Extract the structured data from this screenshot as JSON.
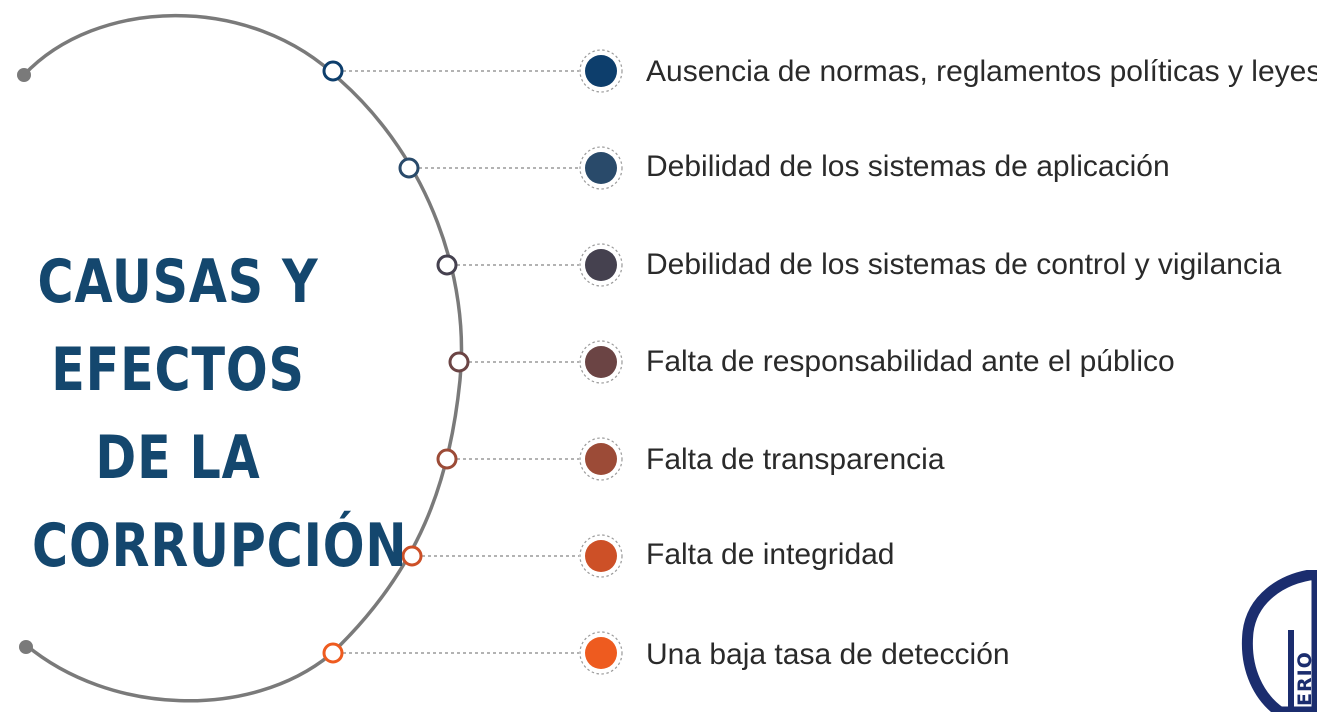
{
  "title": {
    "lines": [
      "CAUSAS Y",
      "EFECTOS DE LA",
      "CORRUPCIÓN"
    ],
    "color": "#14476e"
  },
  "arc_color": "#7a7a7a",
  "connector_color": "#9a9a9a",
  "items": [
    {
      "label": "Ausencia de normas, reglamentos políticas y leyes",
      "color": "#0d3e6c"
    },
    {
      "label": "Debilidad de los sistemas de aplicación",
      "color": "#294a6a"
    },
    {
      "label": "Debilidad de los sistemas de control y vigilancia",
      "color": "#45414f"
    },
    {
      "label": "Falta de responsabilidad ante el público",
      "color": "#6b4444"
    },
    {
      "label": "Falta de transparencia",
      "color": "#9c4b37"
    },
    {
      "label": "Falta de integridad",
      "color": "#cd5027"
    },
    {
      "label": "Una baja tasa de detección",
      "color": "#ee5b1f"
    }
  ],
  "logo": {
    "text": "ERIO",
    "color": "#1b2d6e"
  }
}
